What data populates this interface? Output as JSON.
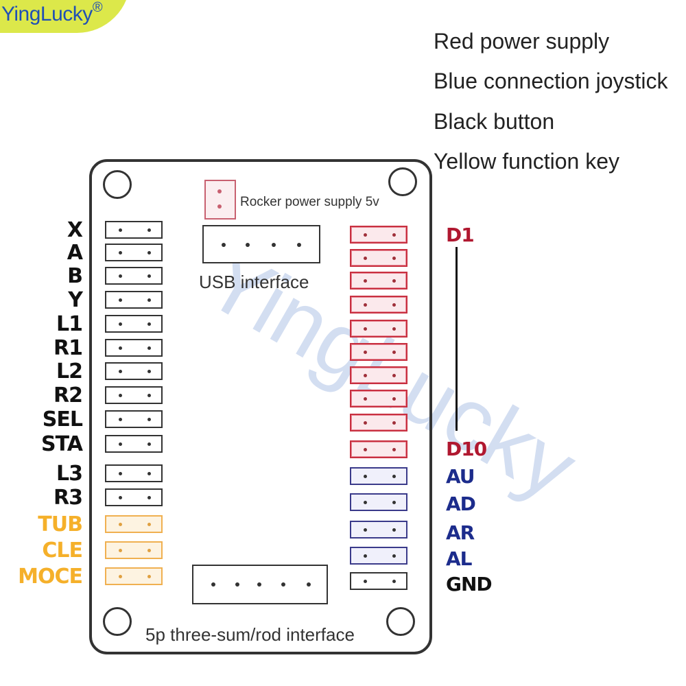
{
  "brand": {
    "name": "YingLucky",
    "mark": "®"
  },
  "watermark": "YingLucky",
  "legend": [
    "Red  power supply",
    "Blue connection joystick",
    "Black  button",
    "Yellow function key"
  ],
  "captions": {
    "rocker_power": "Rocker power supply 5v",
    "usb": "USB interface",
    "bottom": "5p three-sum/rod interface"
  },
  "left_labels": [
    "X",
    "A",
    "B",
    "Y",
    "L1",
    "R1",
    "L2",
    "R2",
    "SEL",
    "STA",
    "L3",
    "R3",
    "TUB",
    "CLE",
    "MOCE"
  ],
  "left_connector_colors": [
    "black",
    "black",
    "black",
    "black",
    "black",
    "black",
    "black",
    "black",
    "black",
    "black",
    "black",
    "black",
    "yellow",
    "yellow",
    "yellow"
  ],
  "right_labels": {
    "d_start": "D1",
    "d_end": "D10",
    "axis": [
      "AU",
      "AD",
      "AR",
      "AL"
    ],
    "ground": "GND"
  },
  "right_connector_colors": [
    "red",
    "red",
    "red",
    "red",
    "red",
    "red",
    "red",
    "red",
    "red",
    "red",
    "blue",
    "blue",
    "blue",
    "blue",
    "black"
  ],
  "colors": {
    "red": "#c83040",
    "blue": "#1c2c8c",
    "black": "#111111",
    "yellow": "#f5b02a",
    "logo_bg": "#dce84a",
    "logo_text": "#1f4fb5"
  }
}
